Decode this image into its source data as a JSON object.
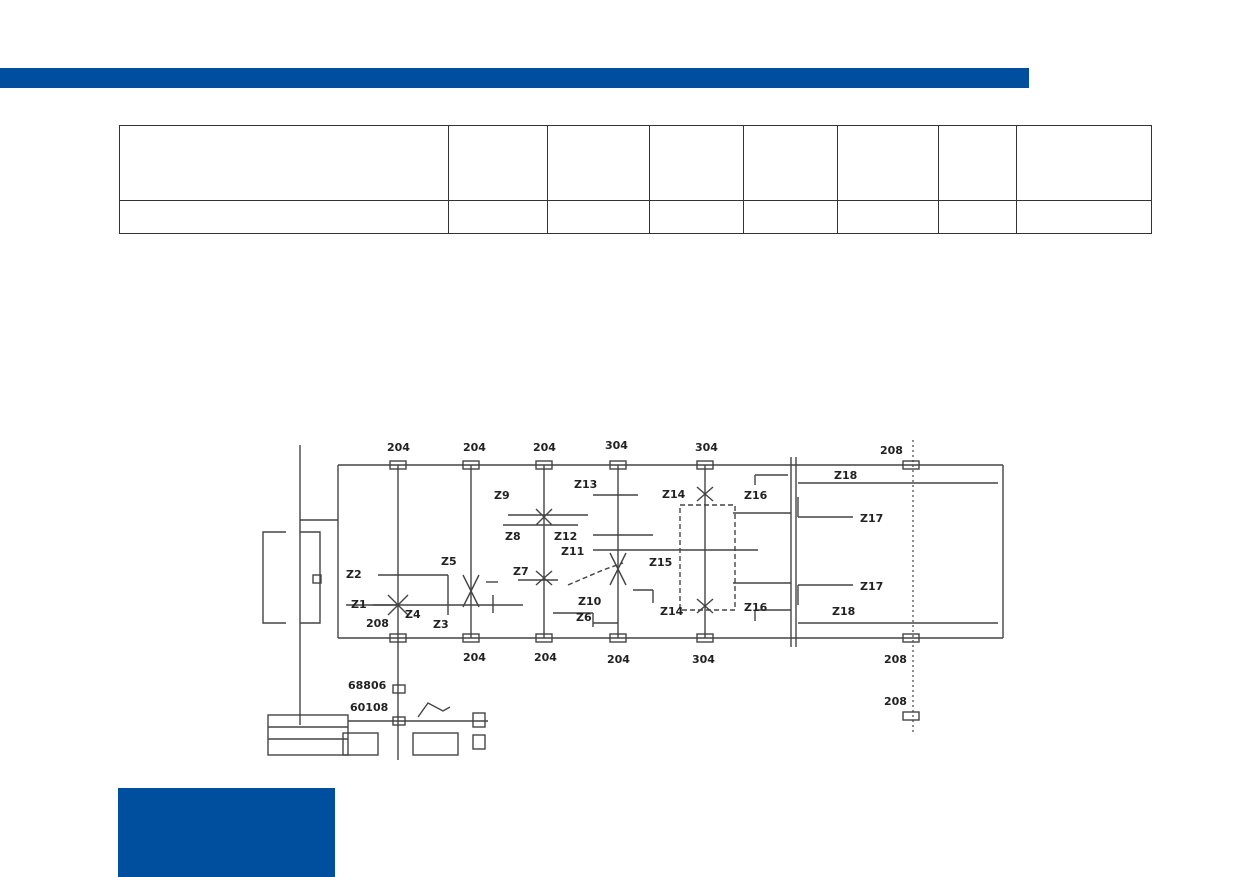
{
  "colors": {
    "brand_blue": "#004f9f",
    "line": "#444444",
    "background": "#ffffff"
  },
  "table": {
    "rows": [
      [
        "",
        "",
        "",
        "",
        "",
        "",
        "",
        ""
      ],
      [
        "",
        "",
        "",
        "",
        "",
        "",
        "",
        ""
      ]
    ]
  },
  "diagram": {
    "bearing_labels_top": [
      "204",
      "204",
      "204",
      "304",
      "304",
      "208"
    ],
    "bearing_labels_bottom": [
      "204",
      "204",
      "204",
      "304",
      "208",
      "208"
    ],
    "gear_labels": {
      "z1": "Z1",
      "z2": "Z2",
      "z3": "Z3",
      "z4": "Z4",
      "z5": "Z5",
      "z6": "Z6",
      "z7": "Z7",
      "z8": "Z8",
      "z9": "Z9",
      "z10": "Z10",
      "z11": "Z11",
      "z12": "Z12",
      "z13": "Z13",
      "z14_top": "Z14",
      "z14_bottom": "Z14",
      "z15": "Z15",
      "z16_top": "Z16",
      "z16_bottom": "Z16",
      "z17_top": "Z17",
      "z17_bottom": "Z17",
      "z18_top": "Z18",
      "z18_bottom": "Z18"
    },
    "other_labels": {
      "b208_left": "208",
      "b68806": "68806",
      "b60108": "60108"
    }
  }
}
